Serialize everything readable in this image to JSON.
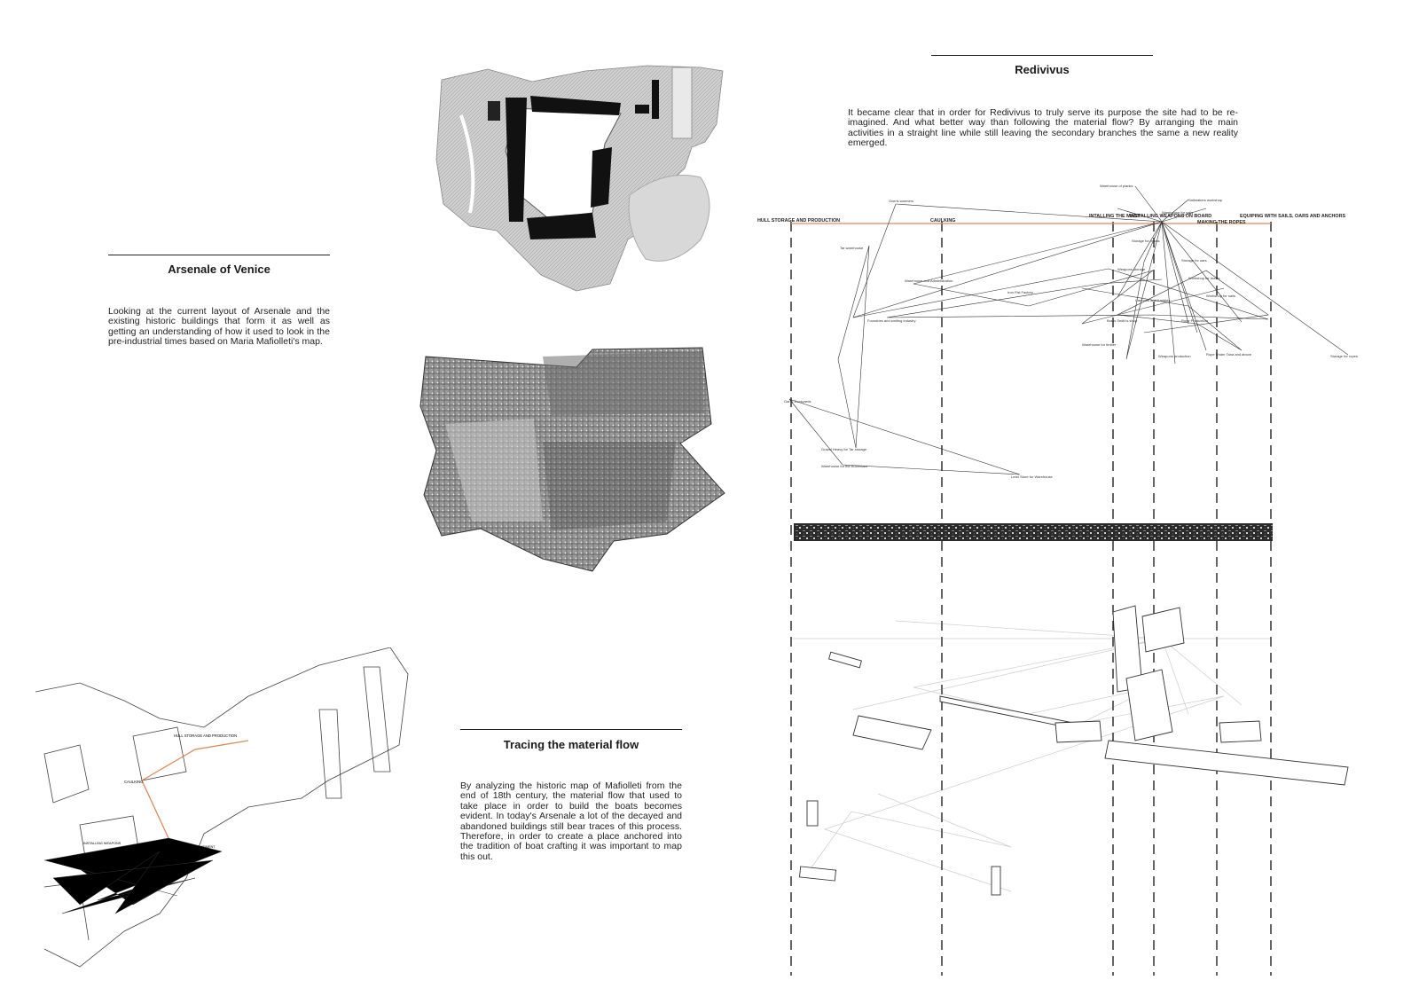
{
  "sections": {
    "arsenale": {
      "title": "Arsenale of Venice",
      "body": "Looking at the current layout of Arsenale and the existing historic buildings that form it as well as getting an understanding of how it used to look in the pre-industrial times based on Maria Mafiolleti's map."
    },
    "tracing": {
      "title": "Tracing the material flow",
      "body": "By analyzing the historic map of Mafiolleti from the end of 18th century, the material flow that used to take place in order to build the boats becomes evident. In today's Arsenale a lot of the decayed and abandoned buildings still bear traces of this process. Therefore, in order to create a place anchored into the tradition of boat crafting it was important to map this out."
    },
    "redivivus": {
      "title": "Redivivus",
      "body": "It became clear that in order for Redivivus to truly serve its purpose the site had to be re-imagined. And what better way than following the material flow? By arranging the main activities in a straight line while still leaving the secondary branches the same a new reality emerged."
    }
  },
  "diagram": {
    "stages": [
      "HULL STORAGE AND PRODUCTION",
      "CAULKING",
      "INTALLING THE MAST",
      "INSTALLING WEAPONS ON BOARD",
      "MAKING THE ROPES",
      "EQUIPING WITH SAILS, OARS AND ANCHORS"
    ],
    "nodes": [
      "Ovens warmers",
      "Tar warehouse",
      "Warehouse and Administration",
      "Iron Fist Factory",
      "Foundries and smiting industry",
      "Oar & Dockyards",
      "Gravel Heavy for Tar storage",
      "Warehouse for the Bucentaur",
      "Lead Store for Warehouse",
      "Warehouse of planks",
      "Sailmakers workshop",
      "Warehouse for sails",
      "Storage for masts",
      "Storage for oars",
      "Weapons production",
      "Rope Production",
      "Weapons storage",
      "Rope Under Tana and above",
      "Cannons and Kaddies",
      "Workshop for masts",
      "Workshop for sails",
      "Brass Smith's shop",
      "Warehouse for timber",
      "Storage for ropes"
    ],
    "accent_color": "#d98b5f"
  },
  "context_map": {
    "labels": [
      "HULL STORAGE AND PRODUCTION",
      "CAULKING",
      "INSTALLING WEAPONS",
      "EQUIPMENT"
    ]
  },
  "images": {
    "plan": "arsenale-site-plan",
    "aerial": "mafiolleti-historic-map",
    "strip": "site-photo-strip",
    "overlay": "building-overlay-plan"
  }
}
